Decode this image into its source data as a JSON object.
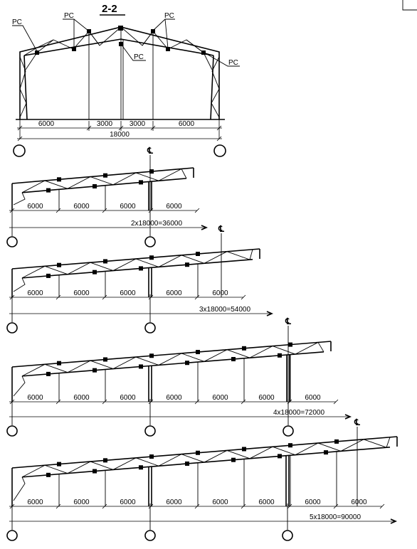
{
  "section_title": "2-2",
  "node_label": "PC",
  "centerline_symbol": "℄",
  "top": {
    "bay_labels": [
      "6000",
      "3000",
      "3000",
      "6000"
    ],
    "overall": "18000"
  },
  "frames": [
    {
      "bay_labels": [
        "6000",
        "6000",
        "6000",
        "6000"
      ],
      "overall": "2x18000=36000"
    },
    {
      "bay_labels": [
        "6000",
        "6000",
        "6000",
        "6000",
        "6000"
      ],
      "overall": "3x18000=54000"
    },
    {
      "bay_labels": [
        "6000",
        "6000",
        "6000",
        "6000",
        "6000",
        "6000",
        "6000"
      ],
      "overall": "4x18000=72000"
    },
    {
      "bay_labels": [
        "6000",
        "6000",
        "6000",
        "6000",
        "6000",
        "6000",
        "6000",
        "6000"
      ],
      "overall": "5x18000=90000"
    }
  ]
}
